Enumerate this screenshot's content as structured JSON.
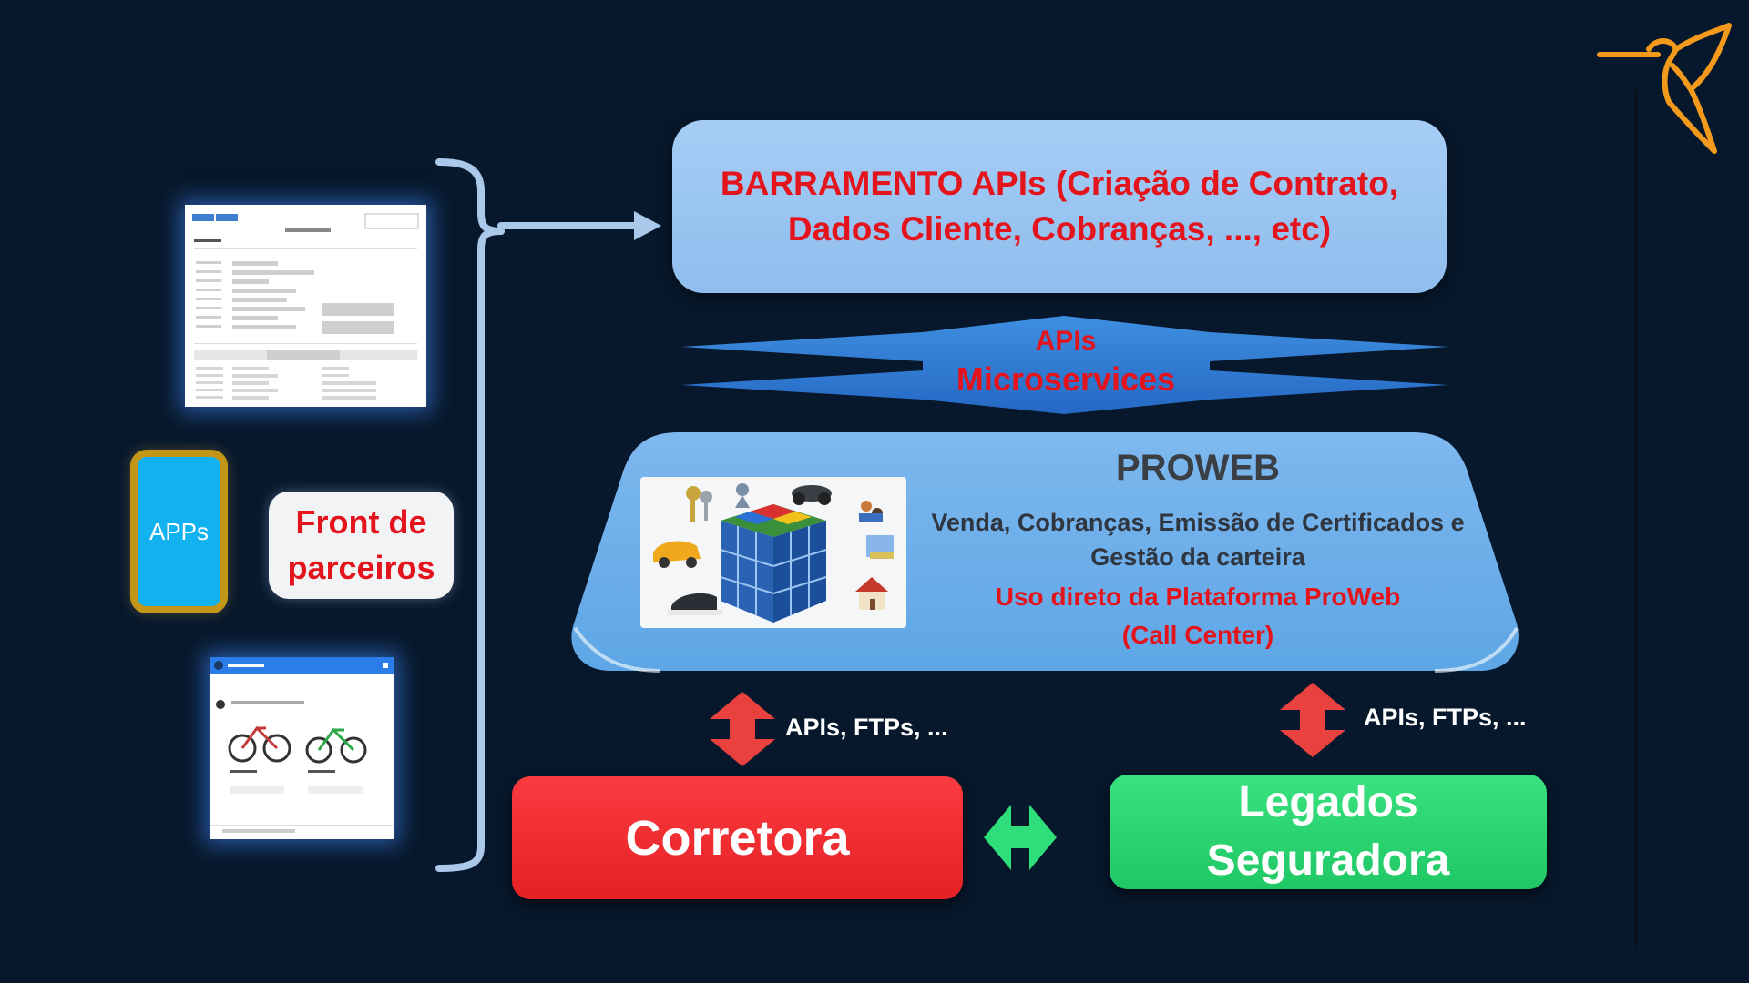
{
  "barramento": {
    "text": "BARRAMENTO APIs (Criação de Contrato,\nDados Cliente, Cobranças, ..., etc)"
  },
  "apis_band": {
    "line1": "APIs",
    "line2": "Microservices"
  },
  "proweb": {
    "title": "PROWEB",
    "description": "Venda, Cobranças, Emissão de Certificados e\nGestão da carteira",
    "highlight": "Uso direto da Plataforma ProWeb\n(Call Center)"
  },
  "left": {
    "apps_label": "APPs",
    "front_label": "Front de\nparceiros"
  },
  "connections": {
    "left_label": "APIs, FTPs, ...",
    "right_label": "APIs, FTPs, ..."
  },
  "corretora": {
    "label": "Corretora"
  },
  "legados": {
    "label": "Legados\nSeguradora"
  },
  "colors": {
    "background": "#07182c",
    "red": "#e3141c",
    "blue_box": "#a6cdf5",
    "green": "#28d26f",
    "logo_orange": "#f39a1c"
  },
  "icons": [
    "bird-logo-icon",
    "insurance-cube-icon",
    "bicycle-icon"
  ]
}
